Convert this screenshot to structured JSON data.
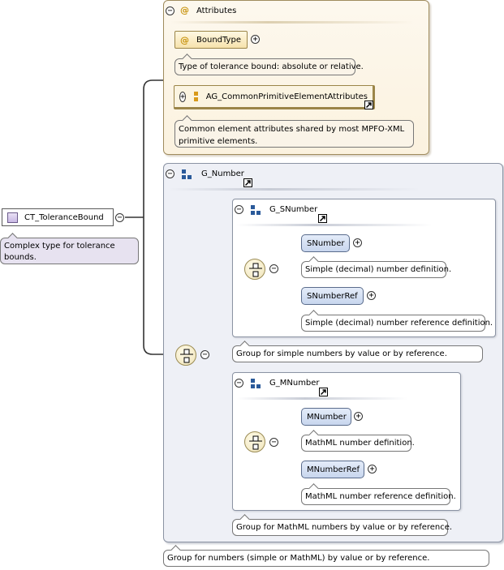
{
  "complex_type": {
    "name": "CT_ToleranceBound",
    "doc": "Complex type for tolerance bounds."
  },
  "attributes": {
    "title": "Attributes",
    "bound_type": {
      "name": "BoundType",
      "doc": "Type of tolerance bound: absolute or relative."
    },
    "attr_group": {
      "name": "AG_CommonPrimitiveElementAttributes",
      "doc": "Common element attributes shared by most MPFO-XML primitive elements."
    }
  },
  "g_number": {
    "name": "G_Number",
    "doc": "Group for numbers (simple or MathML) by value or by reference.",
    "g_snumber": {
      "name": "G_SNumber",
      "doc": "Group for simple numbers by value or by reference.",
      "elements": [
        {
          "name": "SNumber",
          "doc": "Simple (decimal) number definition."
        },
        {
          "name": "SNumberRef",
          "doc": "Simple (decimal) number reference definition."
        }
      ]
    },
    "g_mnumber": {
      "name": "G_MNumber",
      "doc": "Group for MathML numbers by value or by reference.",
      "elements": [
        {
          "name": "MNumber",
          "doc": "MathML number definition."
        },
        {
          "name": "MNumberRef",
          "doc": "MathML number reference definition."
        }
      ]
    }
  },
  "icons": {
    "expanded": "minus-toggle-icon",
    "collapsed": "plus-toggle-icon",
    "attribute": "at-sign-icon",
    "group": "group-squares-icon",
    "sequence": "sequence-compositor-icon",
    "jump": "jump-arrow-icon"
  },
  "colors": {
    "attributes_bg": "#fbf2df",
    "group_bg": "#eef0f6",
    "element_fill": "#c8d6ee",
    "ct_doc_bg": "#e7e2f0"
  }
}
